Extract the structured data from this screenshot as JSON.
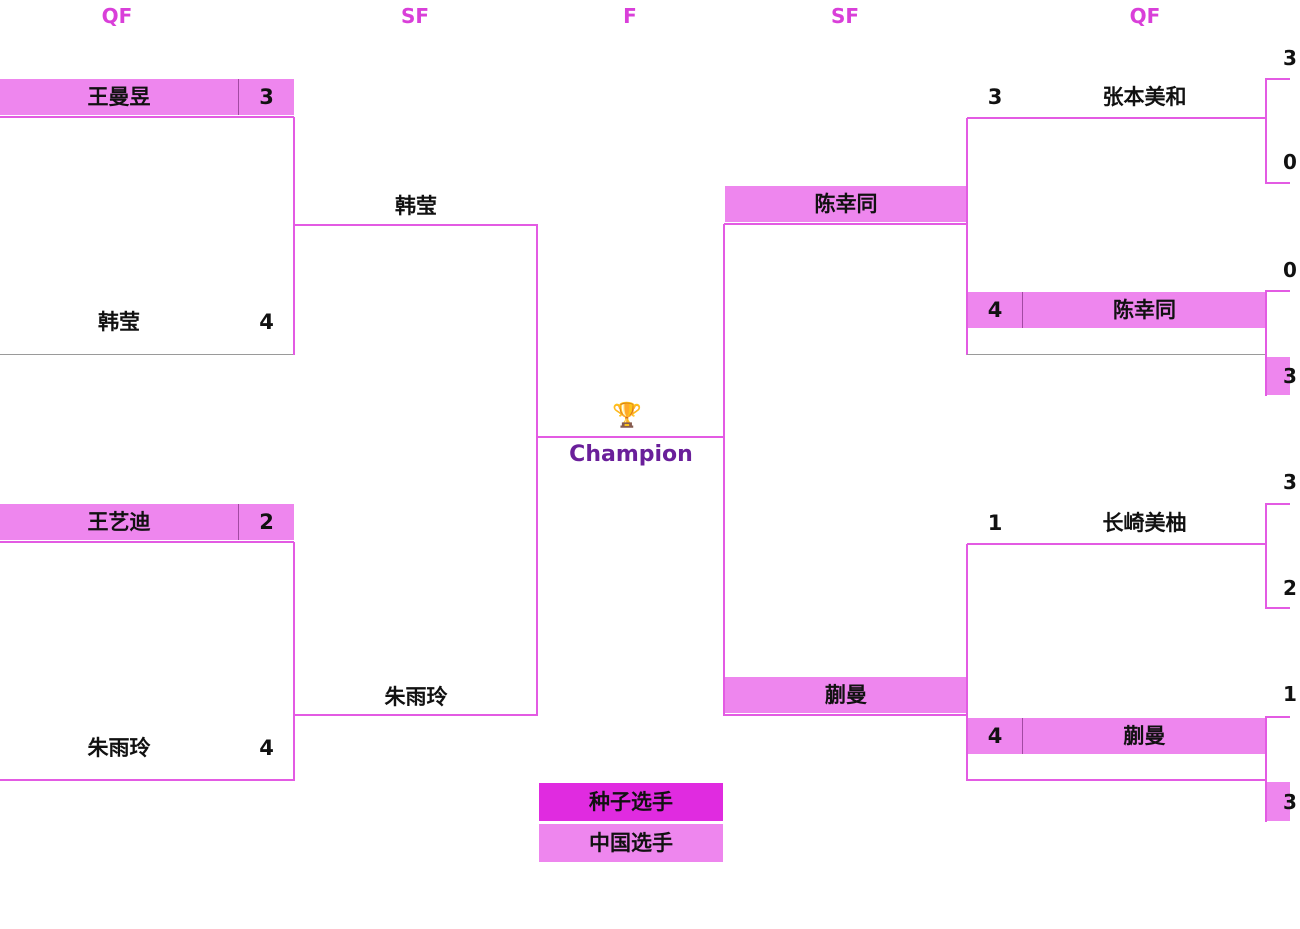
{
  "rounds": {
    "qf_left": "QF",
    "sf_left": "SF",
    "final": "F",
    "sf_right": "SF",
    "qf_right": "QF"
  },
  "left": {
    "qf1": {
      "p1": "王曼昱",
      "s1": "3",
      "p2": "韩莹",
      "s2": "4"
    },
    "qf2": {
      "p1": "王艺迪",
      "s1": "2",
      "p2": "朱雨玲",
      "s2": "4"
    },
    "sf": {
      "p1": "韩莹",
      "p2": "朱雨玲"
    }
  },
  "champion": {
    "icon": "trophy-icon",
    "glyph": "🏆",
    "label": "Champion"
  },
  "right": {
    "qf1": {
      "p1": "张本美和",
      "s1": "3",
      "p2": "陈幸同",
      "s2": "4"
    },
    "qf2": {
      "p1": "长崎美柚",
      "s1": "1",
      "p2": "蒯曼",
      "s2": "4"
    },
    "sf": {
      "p1": "陈幸同",
      "p2": "蒯曼"
    },
    "edge_digits": [
      "3",
      "0",
      "0",
      "3",
      "3",
      "2",
      "1",
      "3"
    ]
  },
  "legend": {
    "seed": "种子选手",
    "china": "中国选手"
  },
  "colors": {
    "seed": "#e02be0",
    "china": "#ee86ee",
    "line": "#e35be3",
    "header": "#d93fd9",
    "champion": "#6a1f9a"
  }
}
